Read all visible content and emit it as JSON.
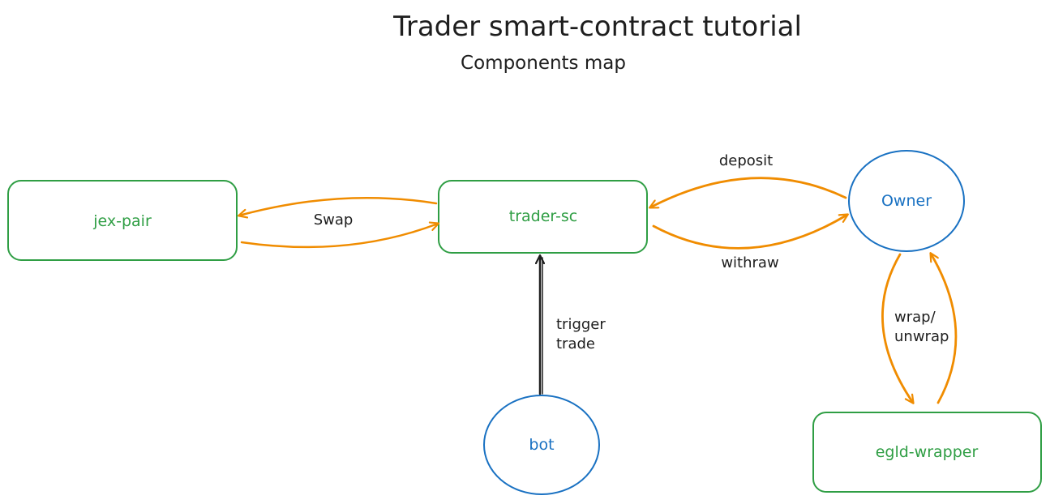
{
  "header": {
    "title": "Trader smart-contract tutorial",
    "subtitle": "Components map"
  },
  "colors": {
    "box_stroke": "#2f9e44",
    "box_text": "#2f9e44",
    "circle_stroke": "#1971c2",
    "circle_text": "#1971c2",
    "arrow_orange": "#f08c00",
    "arrow_black": "#1e1e1e",
    "text": "#1e1e1e"
  },
  "nodes": {
    "jex_pair": "jex-pair",
    "trader_sc": "trader-sc",
    "owner": "Owner",
    "bot": "bot",
    "egld_wrapper": "egld-wrapper"
  },
  "edges": {
    "swap": "Swap",
    "deposit": "deposit",
    "withraw": "withraw",
    "trigger_line1": "trigger",
    "trigger_line2": "trade",
    "wrap_line1": "wrap/",
    "wrap_line2": "unwrap"
  }
}
